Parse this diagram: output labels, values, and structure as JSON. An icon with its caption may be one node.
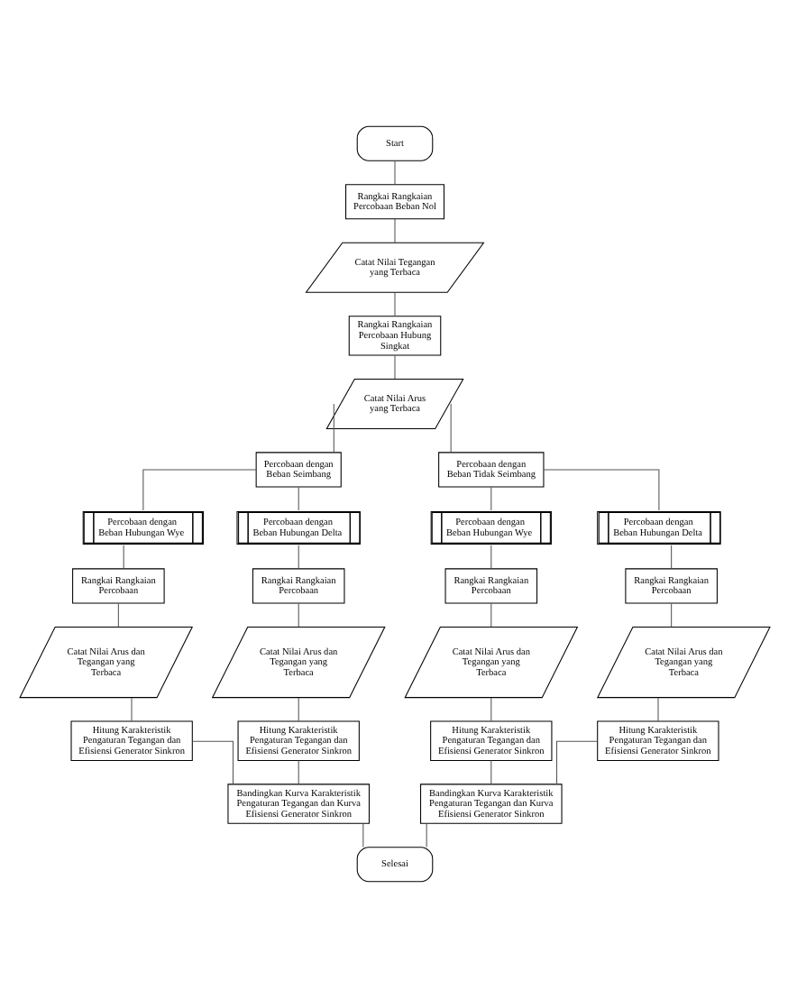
{
  "diagram": {
    "nodes": [
      {
        "text": [
          "Start"
        ]
      },
      {
        "text": [
          "Rangkai Rangkaian Percobaan Beban Nol"
        ]
      },
      {
        "text": [
          "Catat Nilai Tegangan yang Terbaca"
        ]
      },
      {
        "text": [
          "Rangkai Rangkaian Percobaan Hubung Singkat"
        ]
      },
      {
        "text": [
          "Catat Nilai Arus yang Terbaca"
        ]
      },
      {
        "text": [
          "Percobaan dengan Beban Seimbang"
        ]
      },
      {
        "text": [
          "Percobaan dengan Beban Tidak Seimbang"
        ]
      },
      {
        "text": [
          "Percobaan dengan Beban Hubungan Wye"
        ]
      },
      {
        "text": [
          "Percobaan dengan Beban Hubungan Delta"
        ]
      },
      {
        "text": [
          "Percobaan dengan Beban Hubungan Wye"
        ]
      },
      {
        "text": [
          "Percobaan dengan Beban Hubungan Delta"
        ]
      },
      {
        "text": [
          "Rangkai Rangkaian Percobaan"
        ]
      },
      {
        "text": [
          "Rangkai Rangkaian Percobaan"
        ]
      },
      {
        "text": [
          "Rangkai Rangkaian Percobaan"
        ]
      },
      {
        "text": [
          "Rangkai Rangkaian Percobaan"
        ]
      },
      {
        "text": [
          "Catat Nilai Arus dan Tegangan yang Terbaca"
        ]
      },
      {
        "text": [
          "Catat Nilai Arus dan Tegangan yang Terbaca"
        ]
      },
      {
        "text": [
          "Catat Nilai Arus dan Tegangan yang Terbaca"
        ]
      },
      {
        "text": [
          "Catat Nilai Arus dan Tegangan yang Terbaca"
        ]
      },
      {
        "text": [
          "Hitung Karakteristik Pengaturan Tegangan dan Efisiensi Generator Sinkron"
        ]
      },
      {
        "text": [
          "Hitung Karakteristik Pengaturan Tegangan dan Efisiensi Generator Sinkron"
        ]
      },
      {
        "text": [
          "Hitung Karakteristik Pengaturan Tegangan dan Efisiensi Generator Sinkron"
        ]
      },
      {
        "text": [
          "Hitung Karakteristik Pengaturan Tegangan dan Efisiensi Generator Sinkron"
        ]
      },
      {
        "text": [
          "Bandingkan Kurva Karakteristik Pengaturan Tegangan dan Kurva Efisiensi Generator Sinkron"
        ]
      },
      {
        "text": [
          "Bandingkan Kurva Karakteristik Pengaturan Tegangan dan Kurva Efisiensi Generator Sinkron"
        ]
      },
      {
        "text": [
          "Selesai"
        ]
      }
    ],
    "edges": [
      {
        "from": 0,
        "to": 1,
        "arrow": "none"
      },
      {
        "from": 1,
        "to": 2,
        "arrow": "none"
      },
      {
        "from": 2,
        "to": 3,
        "arrow": "none"
      },
      {
        "from": 3,
        "to": 4,
        "arrow": "none"
      },
      {
        "from": 4,
        "to": 5,
        "arrow": "none"
      },
      {
        "from": 4,
        "to": 6,
        "arrow": "none"
      },
      {
        "from": 5,
        "to": 7,
        "arrow": "none"
      },
      {
        "from": 5,
        "to": 8,
        "arrow": "none"
      },
      {
        "from": 6,
        "to": 9,
        "arrow": "none"
      },
      {
        "from": 6,
        "to": 10,
        "arrow": "none"
      },
      {
        "from": 7,
        "to": 11,
        "arrow": "none"
      },
      {
        "from": 8,
        "to": 12,
        "arrow": "none"
      },
      {
        "from": 9,
        "to": 13,
        "arrow": "none"
      },
      {
        "from": 10,
        "to": 14,
        "arrow": "none"
      },
      {
        "from": 11,
        "to": 15,
        "arrow": "none"
      },
      {
        "from": 12,
        "to": 16,
        "arrow": "none"
      },
      {
        "from": 13,
        "to": 17,
        "arrow": "none"
      },
      {
        "from": 14,
        "to": 18,
        "arrow": "none"
      },
      {
        "from": 15,
        "to": 19,
        "arrow": "none"
      },
      {
        "from": 16,
        "to": 20,
        "arrow": "none"
      },
      {
        "from": 17,
        "to": 21,
        "arrow": "none"
      },
      {
        "from": 18,
        "to": 22,
        "arrow": "none"
      },
      {
        "from": 19,
        "to": 23,
        "arrow": "none"
      },
      {
        "from": 20,
        "to": 23,
        "arrow": "none"
      },
      {
        "from": 21,
        "to": 24,
        "arrow": "none"
      },
      {
        "from": 22,
        "to": 24,
        "arrow": "none"
      },
      {
        "from": 23,
        "to": 25,
        "arrow": "none"
      },
      {
        "from": 24,
        "to": 25,
        "arrow": "none"
      }
    ]
  }
}
